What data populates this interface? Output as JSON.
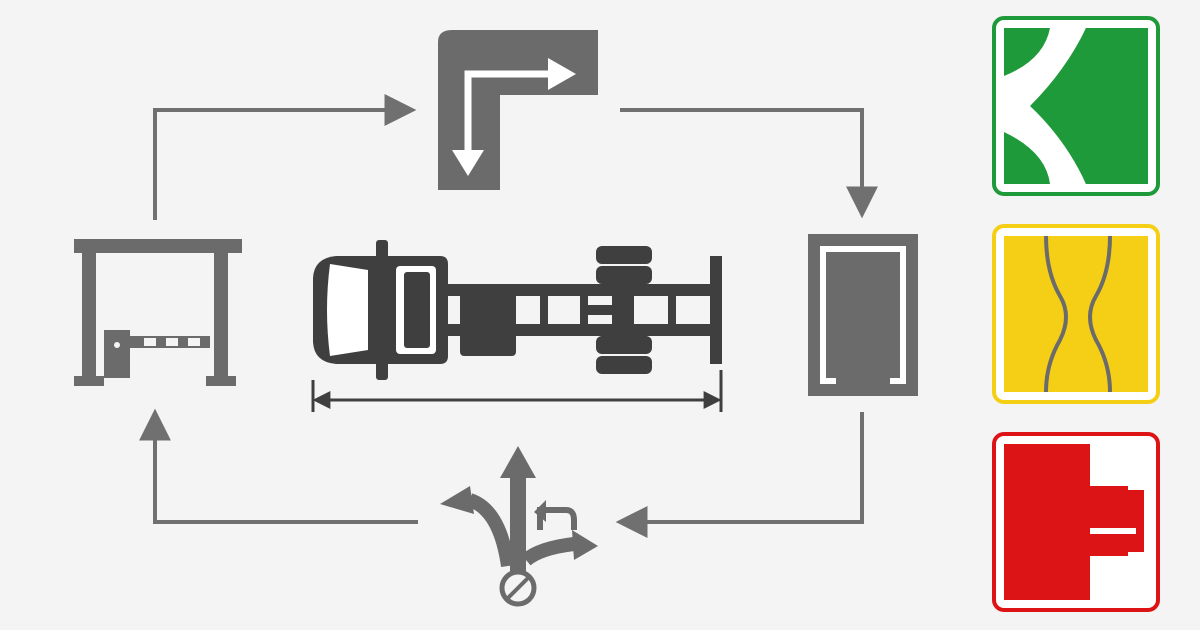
{
  "colors": {
    "background": "#f4f4f4",
    "icon_gray": "#6b6b6b",
    "truck_dark": "#3f3f3f",
    "arrow_gray": "#707070",
    "green": "#1f9a3a",
    "yellow": "#f5cf16",
    "red": "#dc1416",
    "white": "#ffffff"
  },
  "nodes": [
    {
      "name": "turn-arrow-icon",
      "role": "top"
    },
    {
      "name": "gate-barrier-icon",
      "role": "left"
    },
    {
      "name": "doorway-frame-icon",
      "role": "right"
    },
    {
      "name": "multi-direction-arrows-icon",
      "role": "bottom"
    },
    {
      "name": "truck-chassis-icon",
      "role": "center"
    }
  ],
  "legend_signs": [
    {
      "name": "green-curve-sign",
      "color": "#1f9a3a",
      "icon": "road-curve-icon"
    },
    {
      "name": "yellow-narrowing-sign",
      "color": "#f5cf16",
      "icon": "road-narrows-icon"
    },
    {
      "name": "red-obstruction-sign",
      "color": "#dc1416",
      "icon": "obstruction-icon"
    }
  ]
}
